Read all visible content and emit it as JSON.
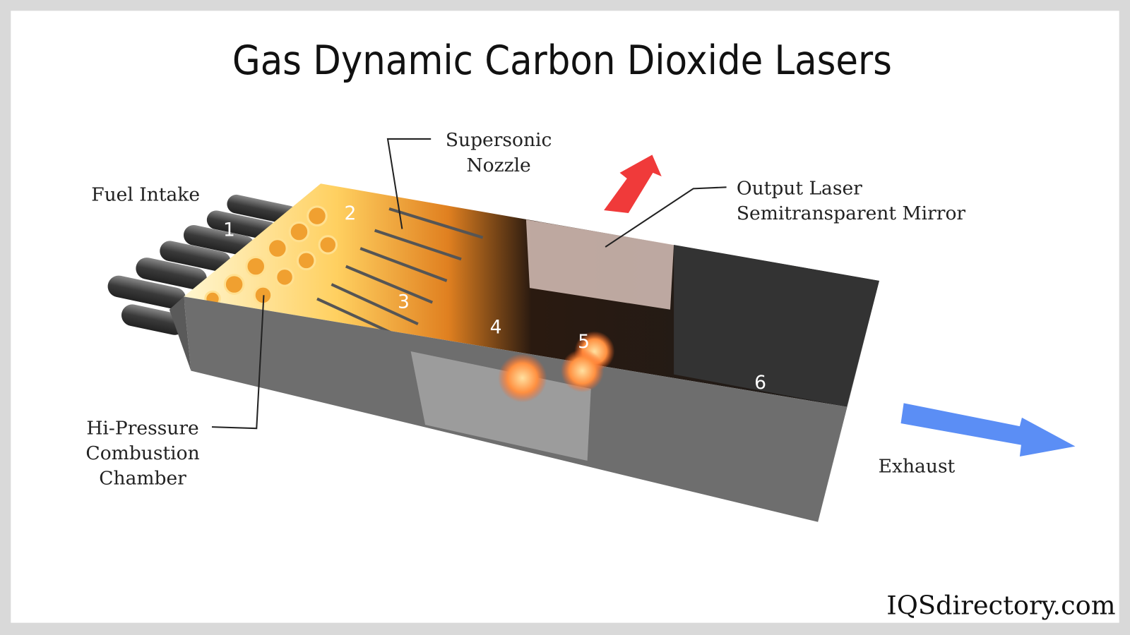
{
  "title": "Gas Dynamic Carbon Dioxide Lasers",
  "labels": {
    "fuel_intake": "Fuel Intake",
    "supersonic_nozzle": [
      "Supersonic",
      "Nozzle"
    ],
    "output_laser": [
      "Output Laser",
      "Semitransparent Mirror"
    ],
    "combustion_chamber": [
      "Hi-Pressure",
      "Combustion",
      "Chamber"
    ],
    "exhaust": "Exhaust"
  },
  "numbers": [
    "1",
    "2",
    "3",
    "4",
    "5",
    "6"
  ],
  "brand": "IQSdirectory.com",
  "colors": {
    "laser_arrow": "#f03a3a",
    "exhaust_arrow": "#5b8ef5",
    "frame": "#d9d9d9"
  }
}
